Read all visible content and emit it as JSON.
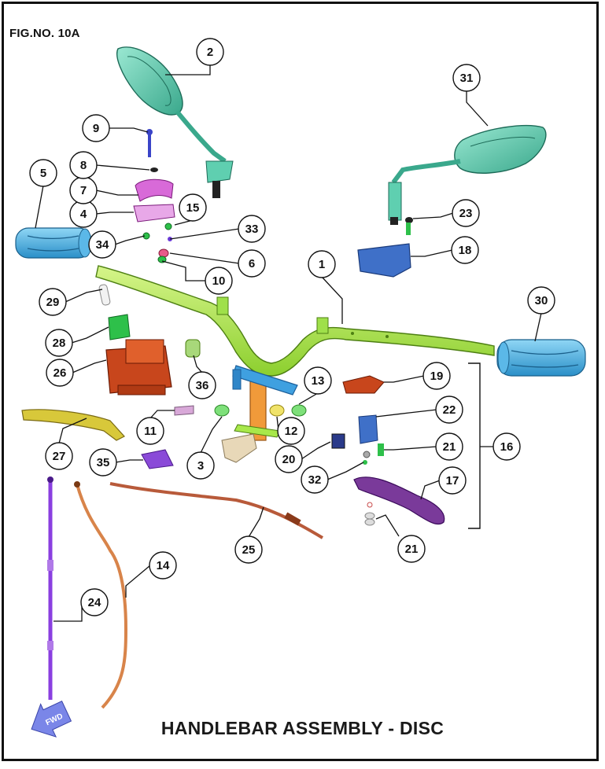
{
  "figure_label": "FIG.NO. 10A",
  "title": "HANDLEBAR ASSEMBLY - DISC",
  "forward_arrow": {
    "label": "FWD",
    "color": "#7a86e8"
  },
  "colors": {
    "handlebar": "#a8e84a",
    "mirror": "#5fcfb0",
    "grip": "#3fa9e0",
    "master_cylinder": "#c8461c",
    "clamp": "#d86ad8",
    "riser": "#f09a3a",
    "throttle_cable": "#d8844a",
    "brake_cable": "#8a3fe0",
    "lever": "#7a3a9a",
    "bracket": "#3f70c8"
  },
  "callouts": [
    "1",
    "2",
    "3",
    "4",
    "5",
    "6",
    "7",
    "8",
    "9",
    "10",
    "11",
    "12",
    "13",
    "14",
    "15",
    "16",
    "17",
    "18",
    "19",
    "20",
    "21",
    "21",
    "22",
    "23",
    "24",
    "25",
    "26",
    "27",
    "28",
    "29",
    "30",
    "31",
    "32",
    "33",
    "34",
    "35",
    "36"
  ]
}
